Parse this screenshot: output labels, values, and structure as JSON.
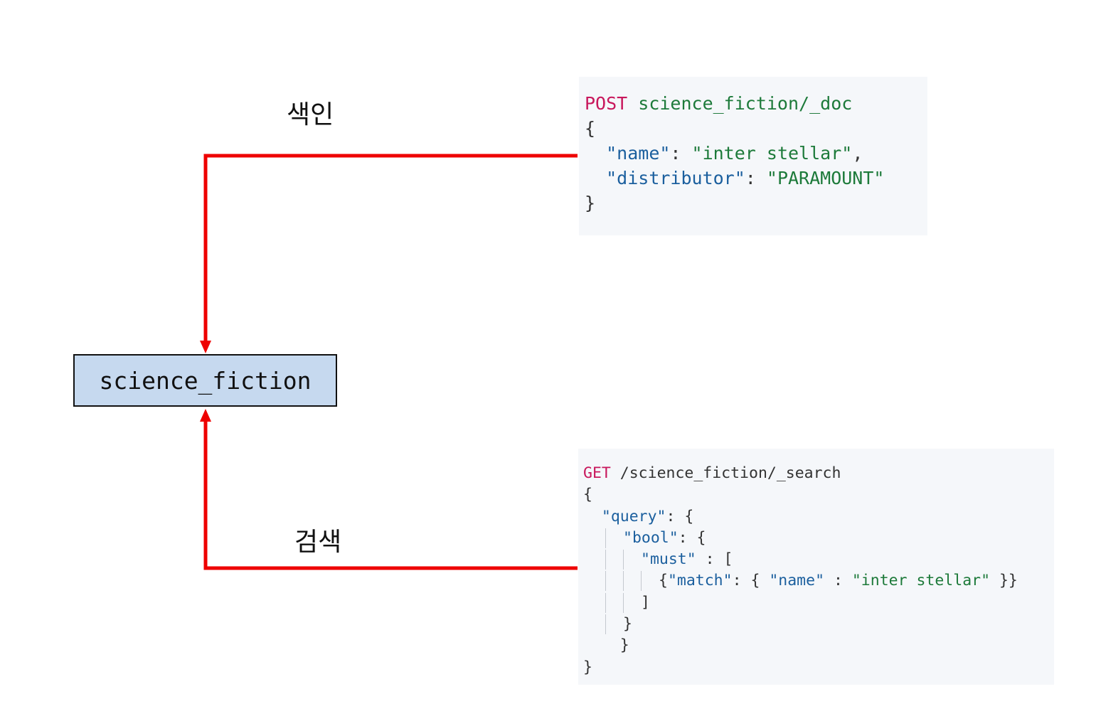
{
  "labels": {
    "index": "색인",
    "search": "검색"
  },
  "index_name": "science_fiction",
  "colors": {
    "connector": "#ee0000",
    "index_box_fill": "#c6d9ef",
    "code_background": "#f5f7fa",
    "method": "#c8175c",
    "key": "#1b5f9e",
    "string": "#1d7a3a"
  },
  "index_request": {
    "method": "POST",
    "path": "science_fiction/_doc",
    "lines": [
      [
        {
          "t": "method",
          "v": "POST"
        },
        {
          "t": "str",
          "v": " science_fiction/_doc"
        }
      ],
      [
        {
          "t": "punct",
          "v": "{"
        }
      ],
      [
        {
          "t": "ws",
          "v": "  "
        },
        {
          "t": "key",
          "v": "\"name\""
        },
        {
          "t": "punct",
          "v": ": "
        },
        {
          "t": "str",
          "v": "\"inter stellar\""
        },
        {
          "t": "punct",
          "v": ","
        }
      ],
      [
        {
          "t": "ws",
          "v": "  "
        },
        {
          "t": "key",
          "v": "\"distributor\""
        },
        {
          "t": "punct",
          "v": ": "
        },
        {
          "t": "str",
          "v": "\"PARAMOUNT\""
        }
      ],
      [
        {
          "t": "punct",
          "v": "}"
        }
      ]
    ]
  },
  "search_request": {
    "method": "GET",
    "path": "/science_fiction/_search",
    "lines": [
      {
        "guides": 0,
        "tokens": [
          {
            "t": "method",
            "v": "GET"
          },
          {
            "t": "punct",
            "v": " /science_fiction/_search"
          }
        ]
      },
      {
        "guides": 0,
        "tokens": [
          {
            "t": "punct",
            "v": "{"
          }
        ]
      },
      {
        "guides": 0,
        "tokens": [
          {
            "t": "ws",
            "v": "  "
          },
          {
            "t": "key",
            "v": "\"query\""
          },
          {
            "t": "punct",
            "v": ": {"
          }
        ]
      },
      {
        "guides": 1,
        "tokens": [
          {
            "t": "key",
            "v": "\"bool\""
          },
          {
            "t": "punct",
            "v": ": {"
          }
        ]
      },
      {
        "guides": 2,
        "tokens": [
          {
            "t": "key",
            "v": "\"must\""
          },
          {
            "t": "punct",
            "v": " : ["
          }
        ]
      },
      {
        "guides": 3,
        "tokens": [
          {
            "t": "punct",
            "v": "{"
          },
          {
            "t": "key",
            "v": "\"match\""
          },
          {
            "t": "punct",
            "v": ": { "
          },
          {
            "t": "key",
            "v": "\"name\""
          },
          {
            "t": "punct",
            "v": " : "
          },
          {
            "t": "str",
            "v": "\"inter stellar\""
          },
          {
            "t": "punct",
            "v": " }}"
          }
        ]
      },
      {
        "guides": 2,
        "tokens": [
          {
            "t": "punct",
            "v": "]"
          }
        ]
      },
      {
        "guides": 1,
        "tokens": [
          {
            "t": "punct",
            "v": "}"
          }
        ]
      },
      {
        "guides": 0,
        "tokens": [
          {
            "t": "ws",
            "v": "    "
          },
          {
            "t": "punct",
            "v": "}"
          }
        ]
      },
      {
        "guides": 0,
        "tokens": [
          {
            "t": "punct",
            "v": "}"
          }
        ]
      }
    ]
  }
}
